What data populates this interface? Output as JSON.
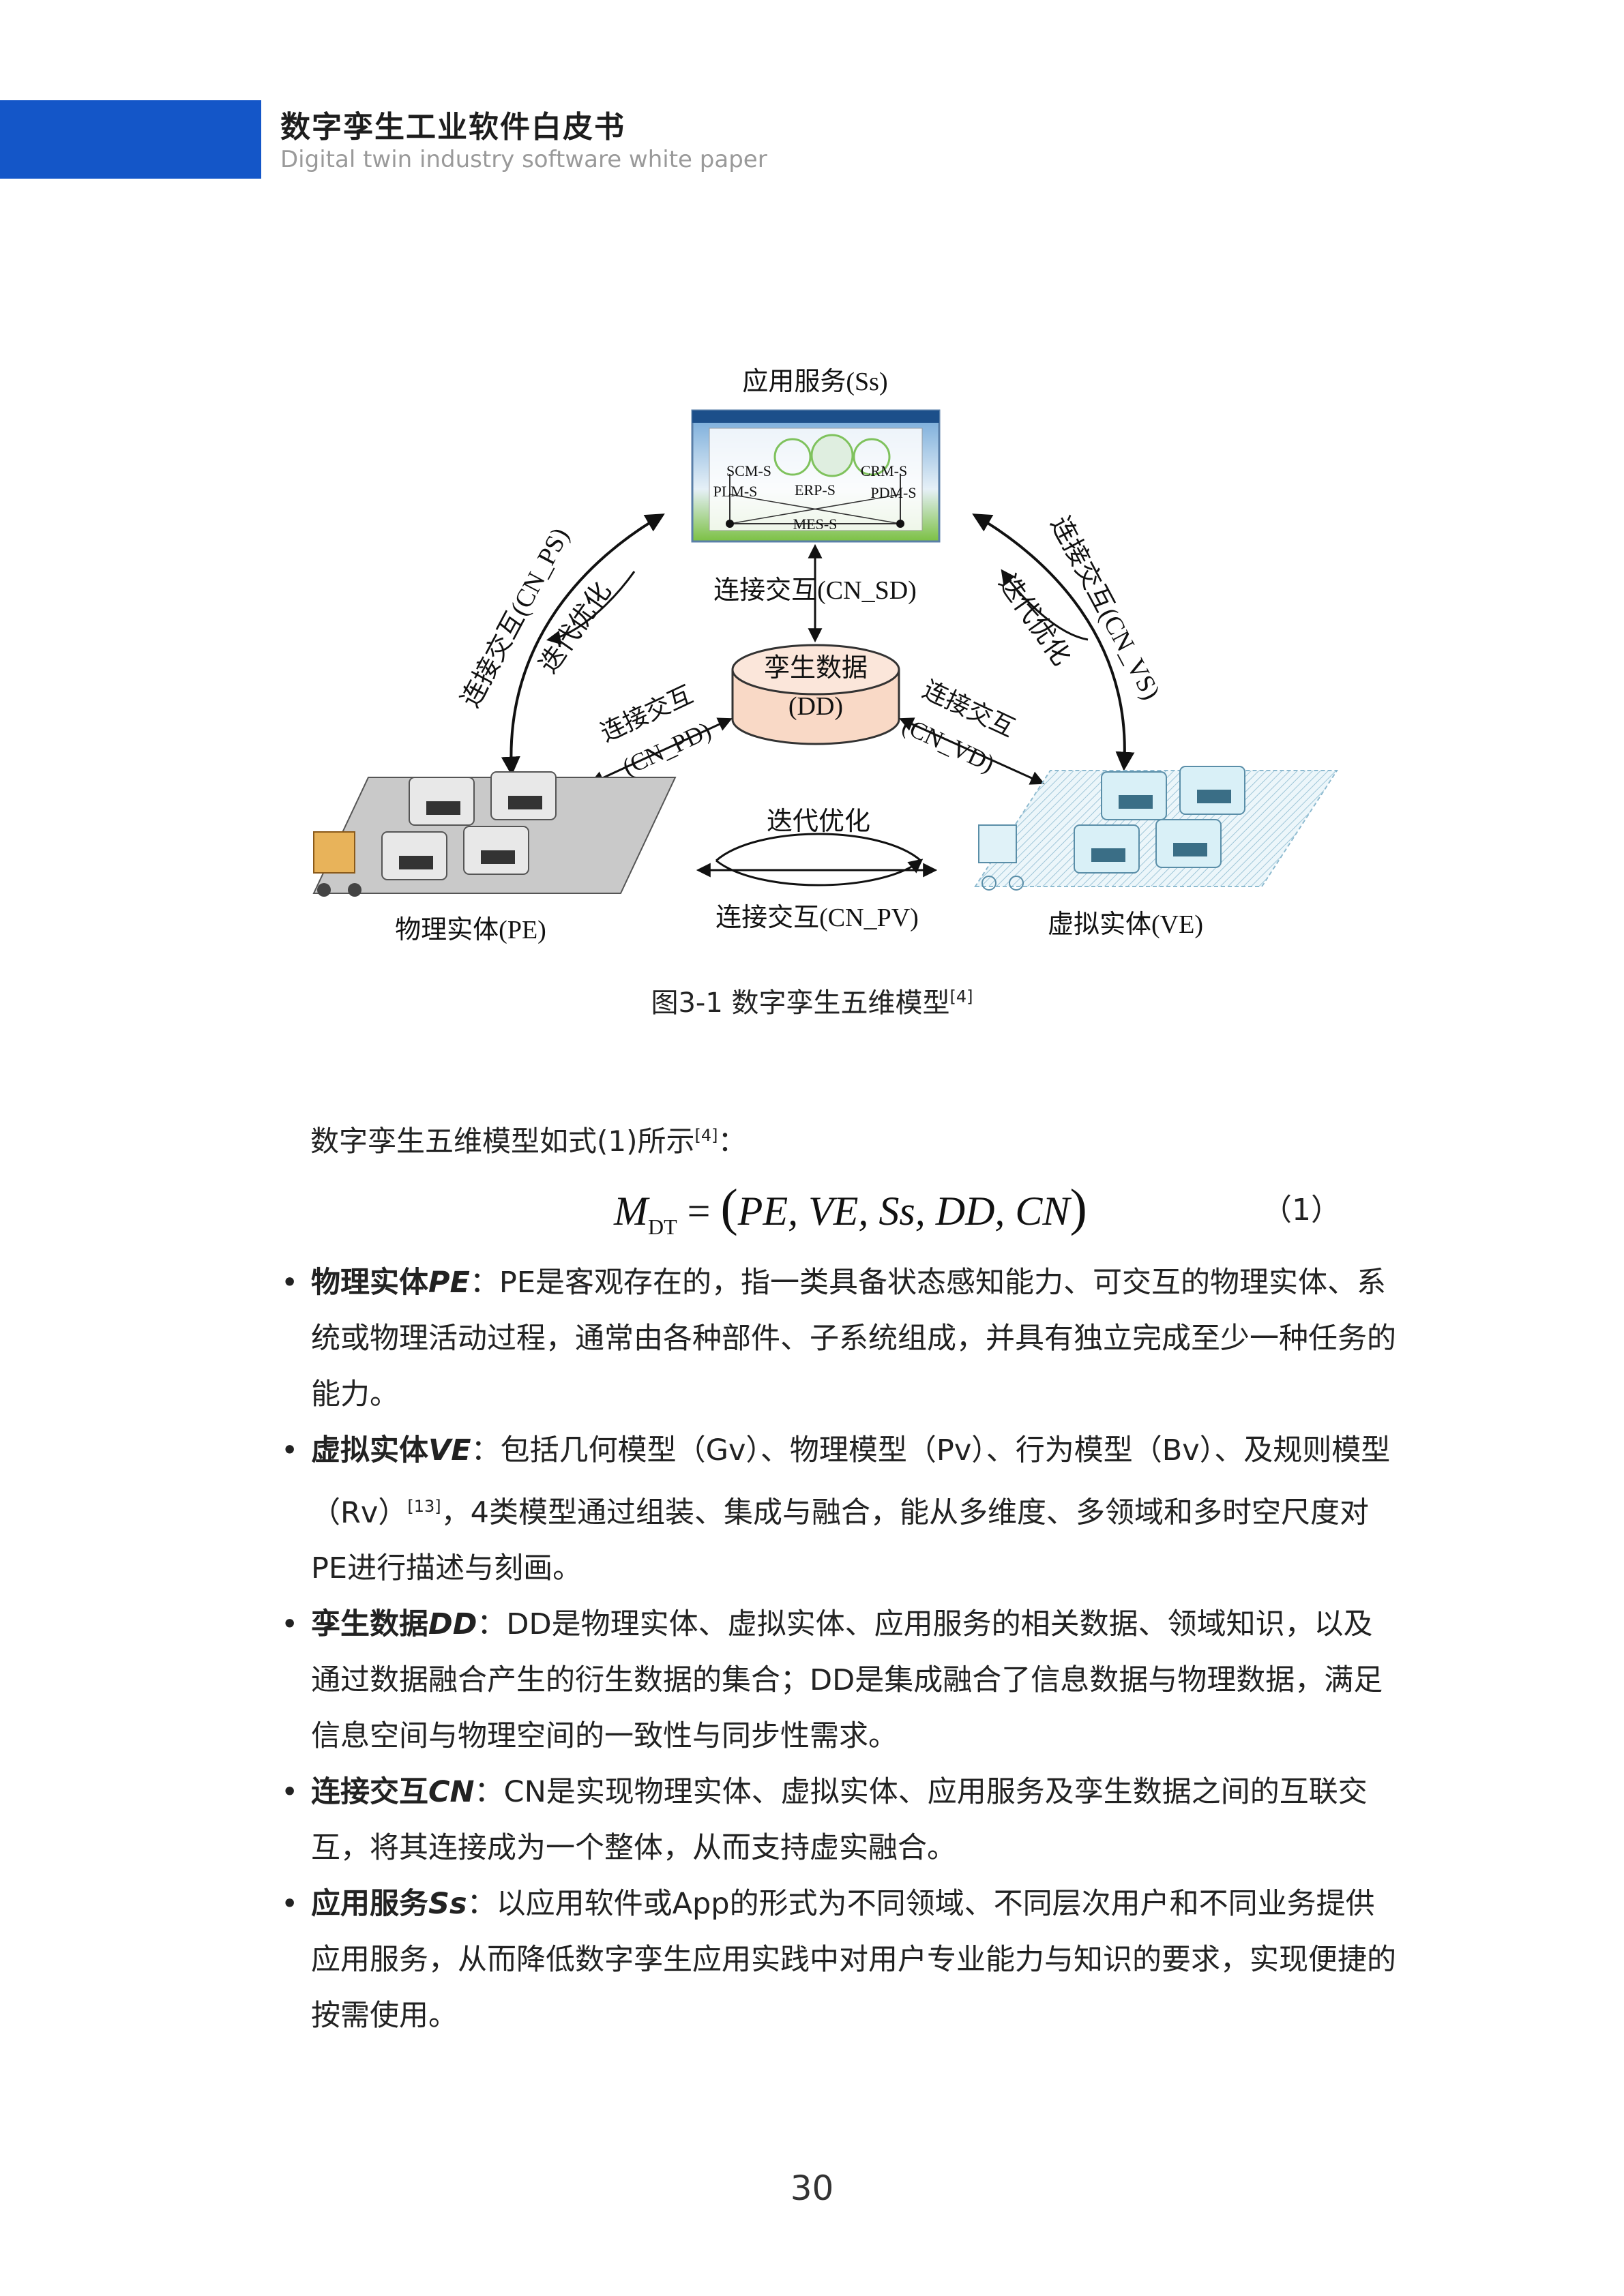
{
  "header": {
    "title": "数字孪生工业软件白皮书",
    "subtitle": "Digital twin industry software white paper"
  },
  "figure": {
    "app_services_label": "应用服务(Ss)",
    "screen_nodes": [
      "SCM-S",
      "CRM-S",
      "PLM-S",
      "ERP-S",
      "PDM-S",
      "MES-S"
    ],
    "cn_sd": "连接交互(CN_SD)",
    "cn_ps": "连接交互(CN_PS)",
    "cn_vs": "连接交互(CN_VS)",
    "iter_left": "迭代优化",
    "iter_right": "迭代优化",
    "iter_bottom": "迭代优化",
    "dd_line1": "孪生数据",
    "dd_line2": "(DD)",
    "cn_pd_line1": "连接交互",
    "cn_pd_line2": "(CN_PD)",
    "cn_vd_line1": "连接交互",
    "cn_vd_line2": "(CN_VD)",
    "cn_pv": "连接交互(CN_PV)",
    "pe_label": "物理实体(PE)",
    "ve_label": "虚拟实体(VE)"
  },
  "caption": {
    "text": "图3-1 数字孪生五维模型",
    "ref": "[4]"
  },
  "intro": {
    "text": "数字孪生五维模型如式(1)所示",
    "ref": "[4]",
    "colon": "："
  },
  "formula": {
    "lhs": "M",
    "lhs_sub": "DT",
    "eq": " = ",
    "open": "(",
    "body": "PE, VE, Ss, DD, CN",
    "close": ")",
    "number": "（1）"
  },
  "bullets": [
    {
      "term": "物理实体",
      "abbr": "PE",
      "colon": "：",
      "text": "PE是客观存在的，指一类具备状态感知能力、可交互的物理实体、系统或物理活动过程，通常由各种部件、子系统组成，并具有独立完成至少一种任务的能力。"
    },
    {
      "term": "虚拟实体",
      "abbr": "VE",
      "colon": "：",
      "text_before_ref": "包括几何模型（Gv）、物理模型（Pv）、行为模型（Bv）、及规则模型（Rv）",
      "ref": "[13]",
      "text_after_ref": "，4类模型通过组装、集成与融合，能从多维度、多领域和多时空尺度对PE进行描述与刻画。"
    },
    {
      "term": "孪生数据",
      "abbr": "DD",
      "colon": "：",
      "text": "DD是物理实体、虚拟实体、应用服务的相关数据、领域知识，以及通过数据融合产生的衍生数据的集合；DD是集成融合了信息数据与物理数据，满足信息空间与物理空间的一致性与同步性需求。"
    },
    {
      "term": "连接交互",
      "abbr": "CN",
      "colon": "：",
      "text": "CN是实现物理实体、虚拟实体、应用服务及孪生数据之间的互联交互，将其连接成为一个整体，从而支持虚实融合。"
    },
    {
      "term": "应用服务",
      "abbr": "Ss",
      "colon": "：",
      "text": "以应用软件或App的形式为不同领域、不同层次用户和不同业务提供应用服务，从而降低数字孪生应用实践中对用户专业能力与知识的要求，实现便捷的按需使用。"
    }
  ],
  "page_number": "30",
  "colors": {
    "header_bar": "#1456c8",
    "dd_fill": "#f9d9c6",
    "ve_tint": "#cfe8f2"
  }
}
